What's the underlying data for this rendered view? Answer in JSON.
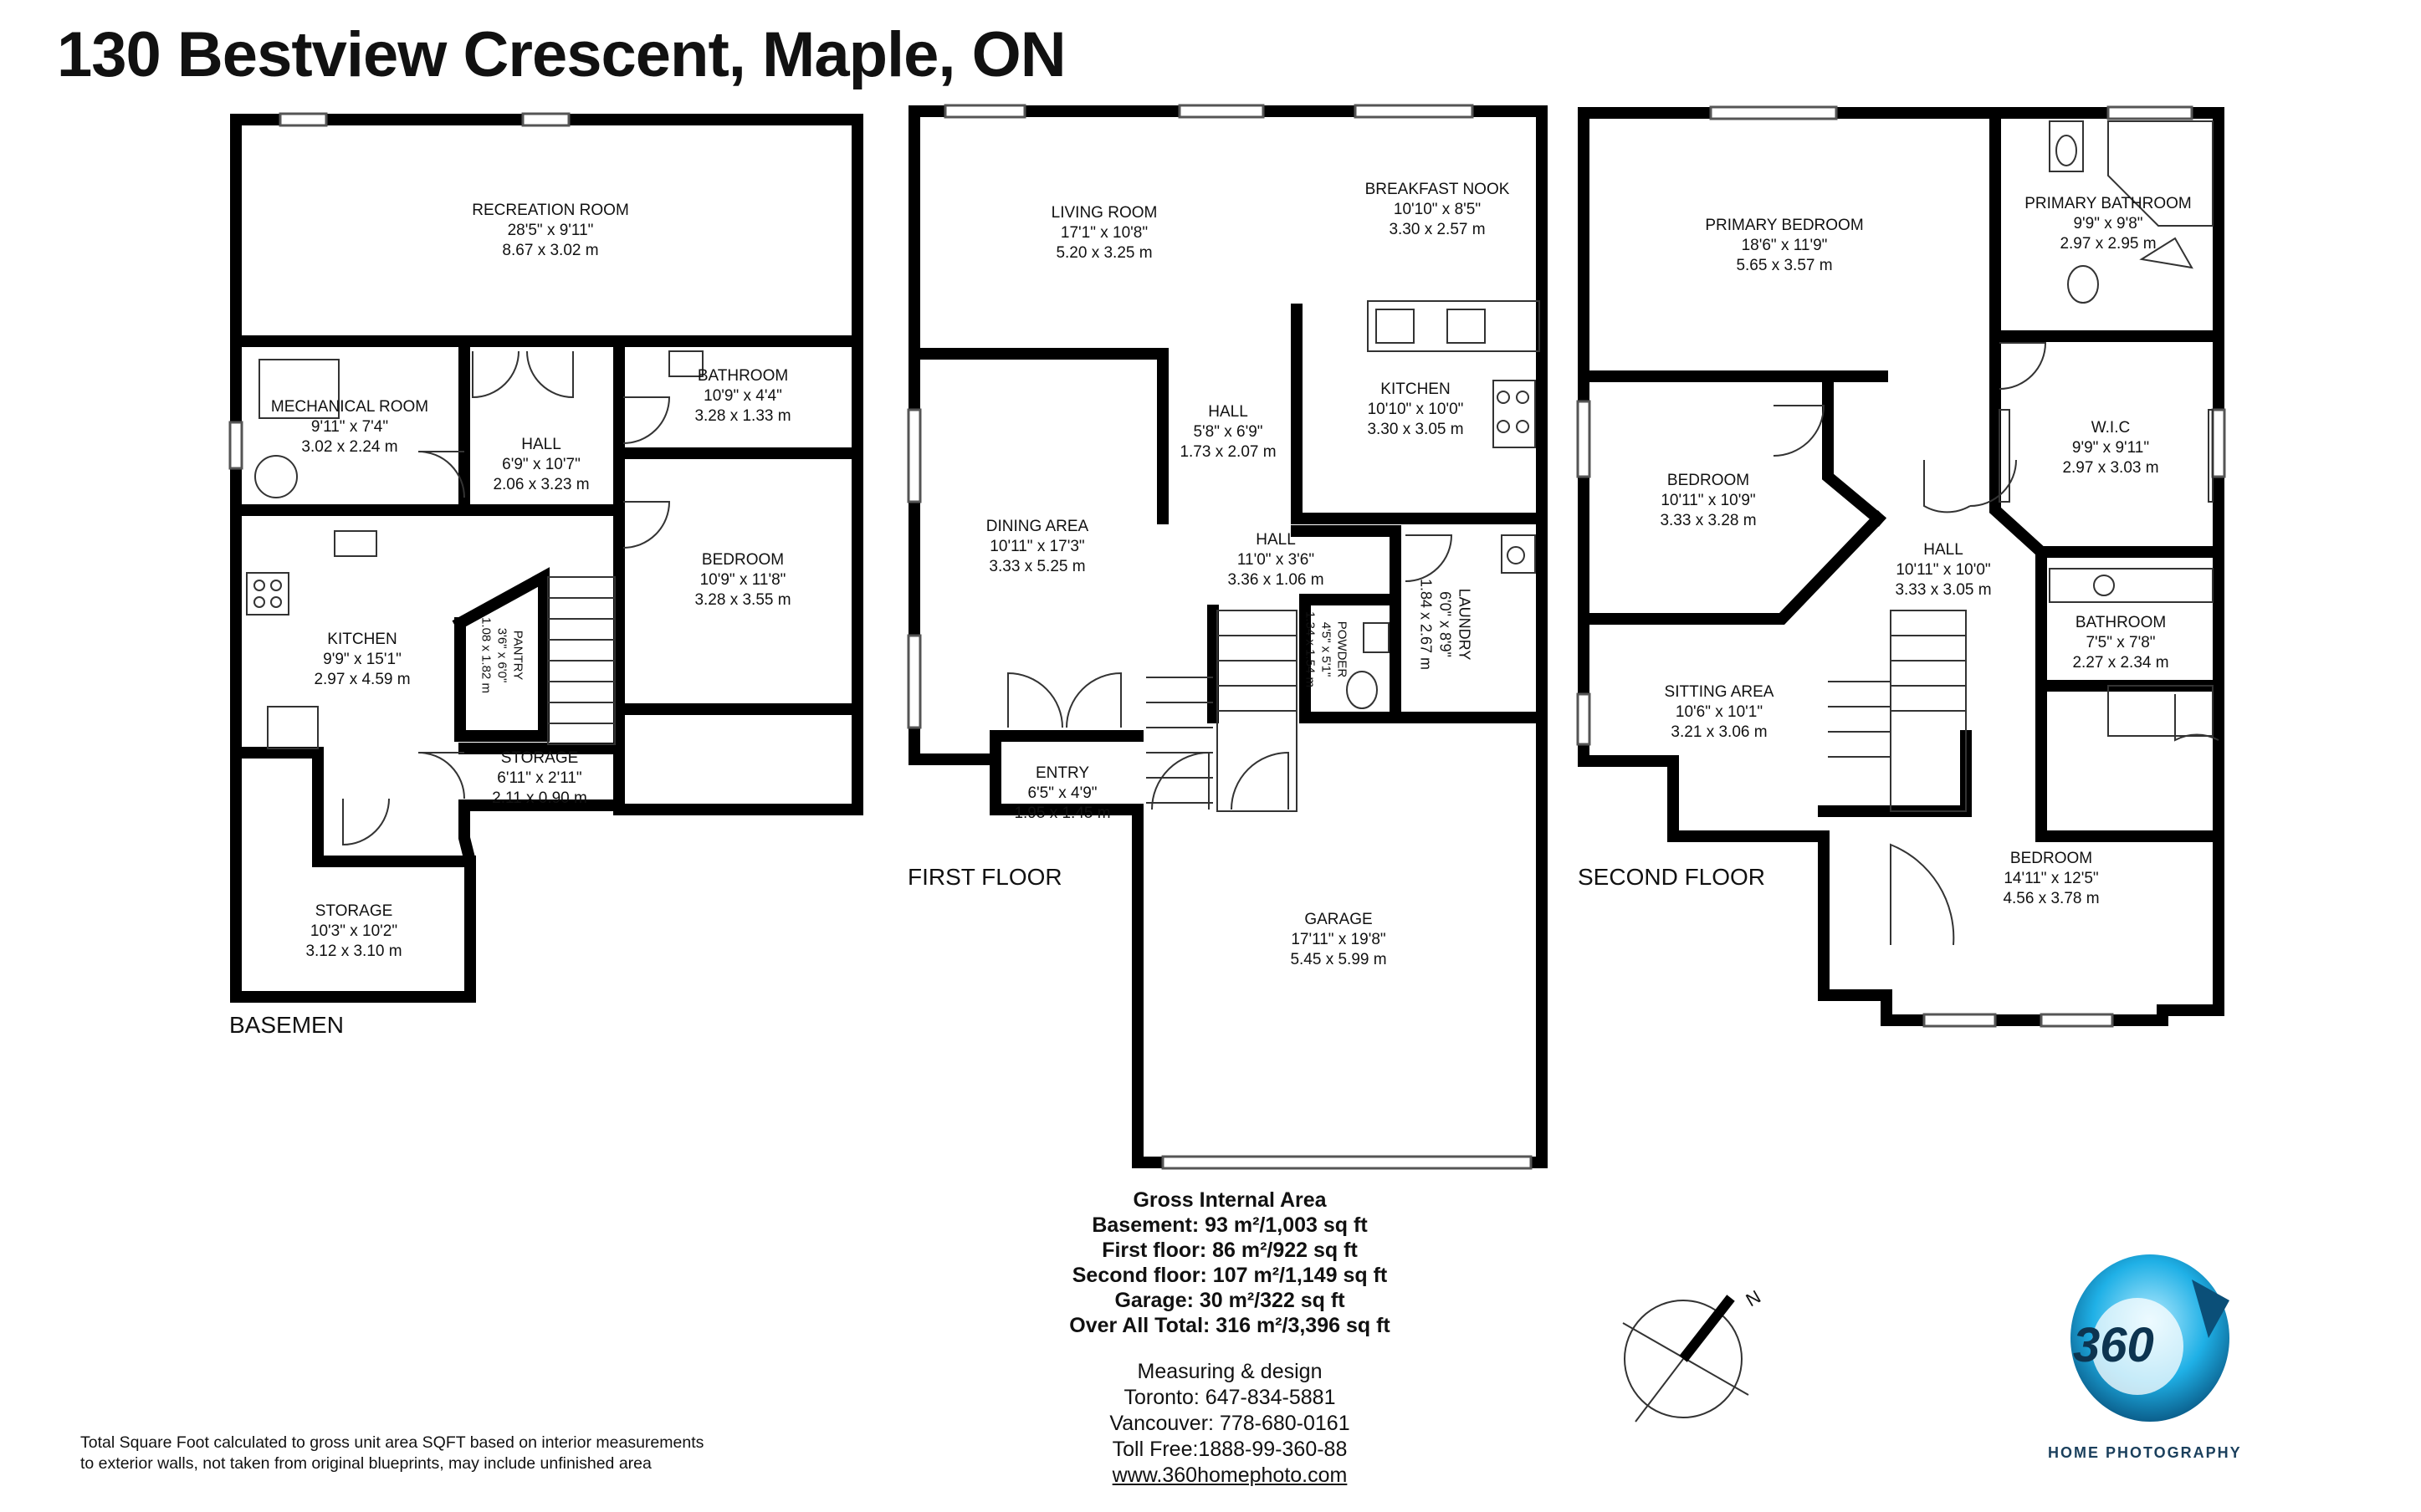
{
  "title": "130 Bestview Crescent, Maple, ON",
  "floors": {
    "basement": "BASEMEN",
    "first": "FIRST FLOOR",
    "second": "SECOND FLOOR"
  },
  "rooms": [
    {
      "id": "rec",
      "name": "RECREATION ROOM",
      "imp": "28'5\" x 9'11\"",
      "met": "8.67 x 3.02 m"
    },
    {
      "id": "mech",
      "name": "MECHANICAL ROOM",
      "imp": "9'11\" x 7'4\"",
      "met": "3.02 x 2.24 m"
    },
    {
      "id": "bhall",
      "name": "HALL",
      "imp": "6'9\" x 10'7\"",
      "met": "2.06 x 3.23 m"
    },
    {
      "id": "bbath",
      "name": "BATHROOM",
      "imp": "10'9\" x 4'4\"",
      "met": "3.28 x 1.33 m"
    },
    {
      "id": "bkitchen",
      "name": "KITCHEN",
      "imp": "9'9\" x 15'1\"",
      "met": "2.97 x 4.59 m"
    },
    {
      "id": "pantry",
      "name": "PANTRY",
      "imp": "3'6\" x 6'0\"",
      "met": "1.08 x 1.82 m"
    },
    {
      "id": "bbed",
      "name": "BEDROOM",
      "imp": "10'9\" x 11'8\"",
      "met": "3.28 x 3.55 m"
    },
    {
      "id": "stor1",
      "name": "STORAGE",
      "imp": "6'11\" x 2'11\"",
      "met": "2.11 x 0.90 m"
    },
    {
      "id": "stor2",
      "name": "STORAGE",
      "imp": "10'3\" x 10'2\"",
      "met": "3.12 x 3.10 m"
    },
    {
      "id": "living",
      "name": "LIVING ROOM",
      "imp": "17'1\" x 10'8\"",
      "met": "5.20 x 3.25 m"
    },
    {
      "id": "nook",
      "name": "BREAKFAST NOOK",
      "imp": "10'10\" x 8'5\"",
      "met": "3.30 x 2.57 m"
    },
    {
      "id": "fhall1",
      "name": "HALL",
      "imp": "5'8\" x 6'9\"",
      "met": "1.73 x 2.07 m"
    },
    {
      "id": "fkitchen",
      "name": "KITCHEN",
      "imp": "10'10\" x 10'0\"",
      "met": "3.30 x 3.05 m"
    },
    {
      "id": "dining",
      "name": "DINING AREA",
      "imp": "10'11\" x 17'3\"",
      "met": "3.33 x 5.25 m"
    },
    {
      "id": "fhall2",
      "name": "HALL",
      "imp": "11'0\" x 3'6\"",
      "met": "3.36 x 1.06 m"
    },
    {
      "id": "laundry",
      "name": "LAUNDRY",
      "imp": "6'0\" x 8'9\"",
      "met": "1.84 x 2.67 m"
    },
    {
      "id": "powder",
      "name": "POWDER",
      "imp": "4'5\" x 5'1\"",
      "met": "1.34 x 1.54 m"
    },
    {
      "id": "entry",
      "name": "ENTRY",
      "imp": "6'5\" x 4'9\"",
      "met": "1.95 x 1.45 m"
    },
    {
      "id": "garage",
      "name": "GARAGE",
      "imp": "17'11\" x 19'8\"",
      "met": "5.45 x 5.99 m"
    },
    {
      "id": "pbed",
      "name": "PRIMARY BEDROOM",
      "imp": "18'6\" x 11'9\"",
      "met": "5.65 x 3.57 m"
    },
    {
      "id": "pbath",
      "name": "PRIMARY BATHROOM",
      "imp": "9'9\" x 9'8\"",
      "met": "2.97 x 2.95 m"
    },
    {
      "id": "wic",
      "name": "W.I.C",
      "imp": "9'9\" x 9'11\"",
      "met": "2.97 x 3.03 m"
    },
    {
      "id": "sbed1",
      "name": "BEDROOM",
      "imp": "10'11\" x 10'9\"",
      "met": "3.33 x 3.28 m"
    },
    {
      "id": "shall",
      "name": "HALL",
      "imp": "10'11\" x 10'0\"",
      "met": "3.33 x 3.05 m"
    },
    {
      "id": "sbath",
      "name": "BATHROOM",
      "imp": "7'5\" x 7'8\"",
      "met": "2.27 x 2.34 m"
    },
    {
      "id": "sitting",
      "name": "SITTING AREA",
      "imp": "10'6\" x 10'1\"",
      "met": "3.21 x 3.06 m"
    },
    {
      "id": "sbed2",
      "name": "BEDROOM",
      "imp": "14'11\" x 12'5\"",
      "met": "4.56 x 3.78 m"
    }
  ],
  "gia": {
    "heading": "Gross Internal Area",
    "basement": "Basement: 93 m²/1,003 sq ft",
    "first": "First floor: 86 m²/922 sq ft",
    "second": "Second floor: 107 m²/1,149 sq ft",
    "garage": "Garage: 30 m²/322 sq ft",
    "total": "Over All Total: 316 m²/3,396 sq ft"
  },
  "contact": {
    "line1": "Measuring & design",
    "toronto": "Toronto: 647-834-5881",
    "vancouver": "Vancouver: 778-680-0161",
    "tollfree": "Toll Free:1888-99-360-88",
    "url": "www.360homephoto.com"
  },
  "note": "Total Square Foot calculated to gross unit area SQFT based on interior measurements to exterior walls, not taken from original blueprints, may include unfinished area",
  "compass": {
    "north": "N"
  },
  "logo": {
    "mark": "360",
    "text": "HOME PHOTOGRAPHY"
  }
}
